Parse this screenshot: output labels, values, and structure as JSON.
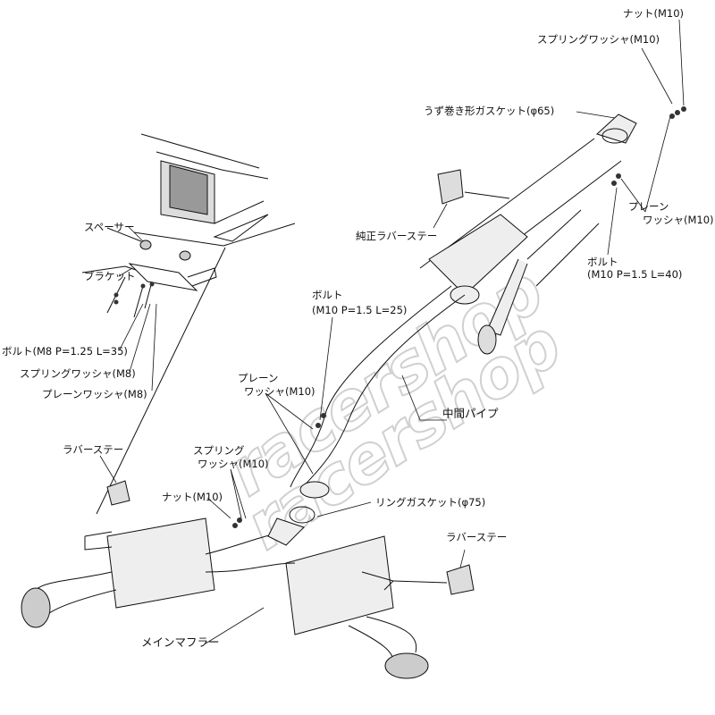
{
  "watermark": "racershop",
  "labels": {
    "nut_top": "ナット(M10)",
    "spring_washer_top": "スプリングワッシャ(M10)",
    "spiral_gasket": "うず巻き形ガスケット(φ65)",
    "plain_washer_right_1": "プレーン",
    "plain_washer_right_2": "ワッシャ(M10)",
    "bolt_right_1": "ボルト",
    "bolt_right_2": "(M10 P=1.5 L=40)",
    "oem_rubber_stay": "純正ラバーステー",
    "spacer": "スペーサー",
    "bracket": "ブラケット",
    "bolt_m8": "ボルト(M8 P=1.25 L=35)",
    "spring_washer_m8": "スプリングワッシャ(M8)",
    "plain_washer_m8": "プレーンワッシャ(M8)",
    "bolt_mid_1": "ボルト",
    "bolt_mid_2": "(M10 P=1.5 L=25)",
    "plain_washer_mid_1": "プレーン",
    "plain_washer_mid_2": "ワッシャ(M10)",
    "center_pipe": "中間パイプ",
    "rubber_stay_left": "ラバーステー",
    "spring_washer_low_1": "スプリング",
    "spring_washer_low_2": "ワッシャ(M10)",
    "nut_low": "ナット(M10)",
    "ring_gasket": "リングガスケット(φ75)",
    "rubber_stay_right": "ラバーステー",
    "main_muffler": "メインマフラー"
  }
}
